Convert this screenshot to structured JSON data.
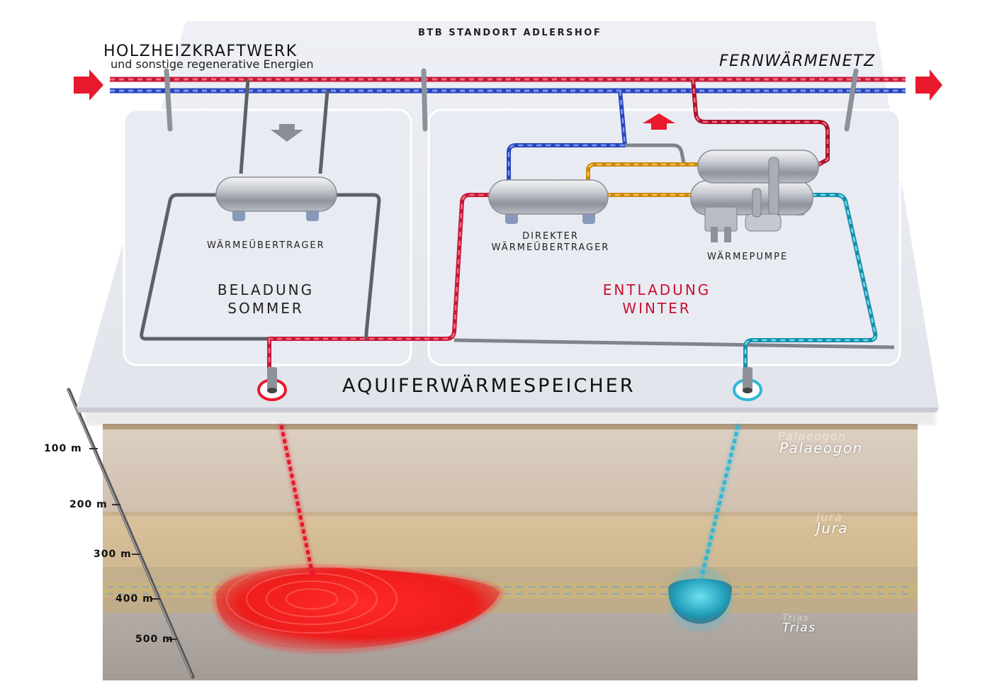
{
  "header": {
    "site_title": "BTB STANDORT ADLERSHOF"
  },
  "sources": {
    "plant_title": "HOLZHEIZKRAFTWERK",
    "plant_subtitle": "und sonstige regenerative Energien",
    "grid_title": "FERNWÄRMENETZ"
  },
  "charging": {
    "exchanger_label": "WÄRMEÜBERTRAGER",
    "mode_line1": "BELADUNG",
    "mode_line2": "SOMMER"
  },
  "discharging": {
    "direct_line1": "DIREKTER",
    "direct_line2": "WÄRMEÜBERTRAGER",
    "pump_label": "WÄRMEPUMPE",
    "mode_line1": "ENTLADUNG",
    "mode_line2": "WINTER"
  },
  "storage": {
    "title": "AQUIFERWÄRMESPEICHER"
  },
  "geology": {
    "layers": [
      {
        "name": "Palaeogon"
      },
      {
        "name": "Jura"
      },
      {
        "name": "Trias"
      }
    ],
    "depth_ticks": [
      "100 m",
      "200 m",
      "300 m",
      "400 m",
      "500 m"
    ]
  },
  "colors": {
    "hot": "#e8192c",
    "cold": "#2a5ce0",
    "cyan": "#2fb8d6",
    "orange": "#e8a020"
  }
}
